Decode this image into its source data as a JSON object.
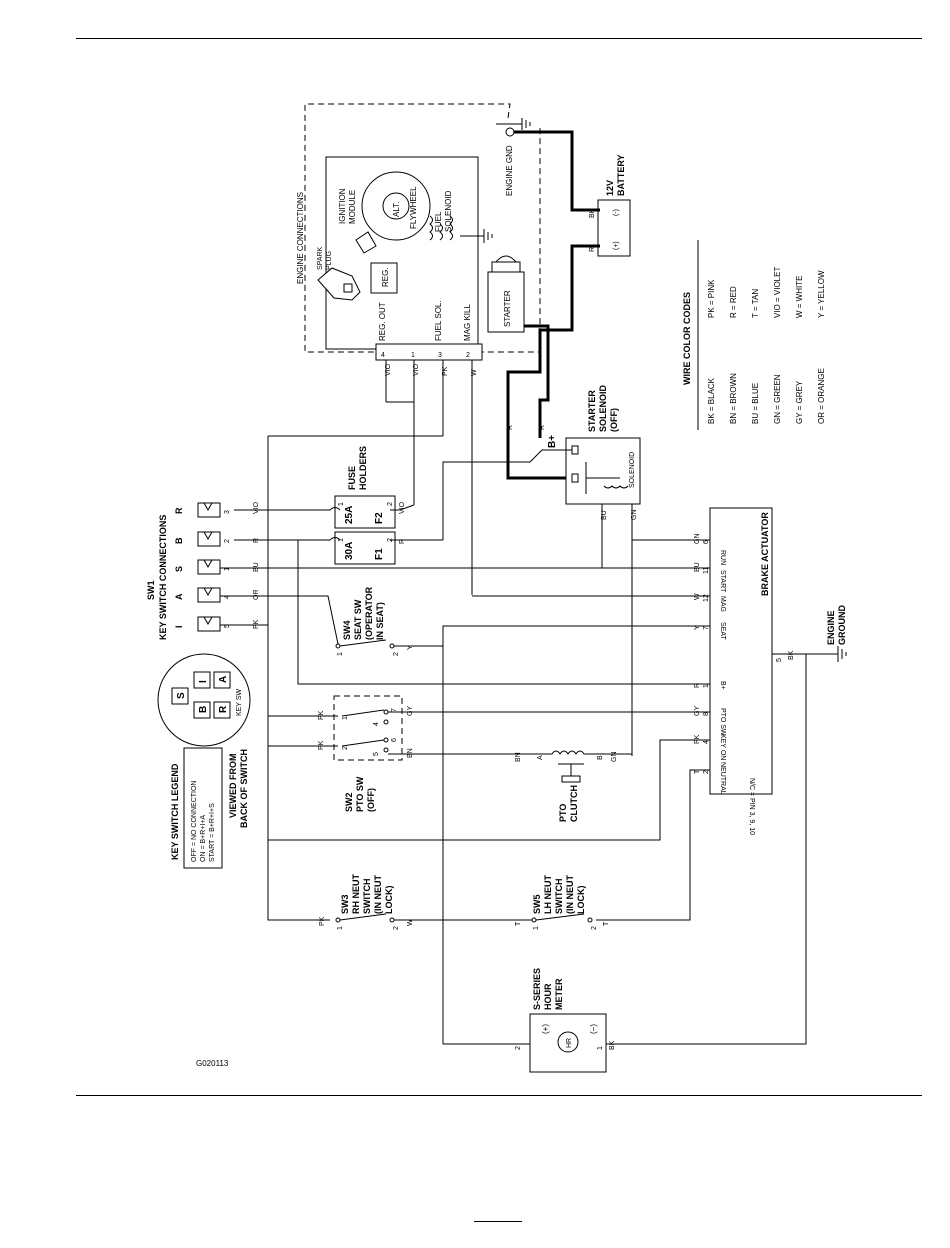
{
  "figure_id": "G020113",
  "engine_connections": {
    "title": "ENGINE CONNECTIONS",
    "ignition_module": [
      "IGNITION",
      "MODULE"
    ],
    "flywheel": "FLYWHEEL",
    "alt": "ALT.",
    "fuel_solenoid": [
      "FUEL",
      "SOLENOID"
    ],
    "spark_plug": [
      "SPARK",
      "PLUG"
    ],
    "reg": "REG.",
    "starter": "STARTER",
    "engine_gnd": "ENGINE GND",
    "terminals": [
      "REG. OUT",
      "FUEL SOL.",
      "MAG KILL"
    ],
    "pins": [
      "4",
      "1",
      "3",
      "2"
    ],
    "wire_colors": [
      "VIO",
      "VIO",
      "PK",
      "W"
    ]
  },
  "battery": {
    "label": [
      "12V",
      "BATTERY"
    ],
    "neg_wire": "BK",
    "pos_wire": "R",
    "neg": "(-)",
    "pos": "(+)"
  },
  "wire_codes": {
    "title": "WIRE COLOR CODES",
    "col1": [
      "BK  = BLACK",
      "BN  = BROWN",
      "BU  = BLUE",
      "GN  = GREEN",
      "GY  = GREY",
      "OR  = ORANGE"
    ],
    "col2": [
      "PK  = PINK",
      "R  = RED",
      "T  = TAN",
      "VIO  = VIOLET",
      "W  = WHITE",
      "Y  = YELLOW"
    ]
  },
  "starter_solenoid": {
    "label": [
      "STARTER",
      "SOLENOID",
      "(OFF)"
    ],
    "b_plus": "B+",
    "coil": "SOLENOID",
    "wires": [
      "BU",
      "GN"
    ],
    "r1": "R",
    "r2": "R"
  },
  "fuse_holders": {
    "title": [
      "FUSE",
      "HOLDERS"
    ],
    "f2": "F2",
    "f2_rating": "25A",
    "f1": "F1",
    "f1_rating": "30A",
    "pin1": "1",
    "pin2": "2",
    "wire_f2": "VIO",
    "wire_f1": "R",
    "in_f2": "VIO",
    "in_f1": "R"
  },
  "sw1": {
    "title": [
      "SW1",
      "KEY SWITCH CONNECTIONS"
    ],
    "terminals": [
      "R",
      "B",
      "S",
      "A",
      "I"
    ],
    "pins": [
      "3",
      "2",
      "1",
      "4",
      "5"
    ],
    "wires": [
      "VIO",
      "R",
      "BU",
      "OR",
      "PK"
    ]
  },
  "key_sw": {
    "letters": [
      "S",
      "I",
      "B",
      "R",
      "A"
    ],
    "label": "KEY SW"
  },
  "key_legend": {
    "title": "KEY SWITCH LEGEND",
    "rows": [
      "OFF  = NO CONNECTION",
      "ON  = B+R+I+A",
      "START = B+R+I+S"
    ],
    "note": [
      "VIEWED FROM",
      "BACK OF SWITCH"
    ]
  },
  "sw4": {
    "label": [
      "SW4",
      "SEAT SW",
      "(OPERATOR",
      "IN SEAT)"
    ],
    "p1": "1",
    "p2": "2",
    "wire": "Y"
  },
  "sw2": {
    "label": [
      "SW2",
      "PTO SW",
      "(OFF)"
    ],
    "pins": [
      "1",
      "2",
      "4",
      "5",
      "6",
      "7"
    ],
    "wires": [
      "PK",
      "PK",
      "GY",
      "BN"
    ]
  },
  "sw3": {
    "label": [
      "SW3",
      "RH NEUT",
      "SWITCH",
      "(IN NEUT",
      "LOCK)"
    ],
    "p1": "1",
    "p2": "2",
    "w1": "PK",
    "w2": "W"
  },
  "sw5": {
    "label": [
      "SW5",
      "LH NEUT",
      "SWITCH",
      "(IN NEUT",
      "LOCK)"
    ],
    "p1": "1",
    "p2": "2",
    "w1": "T",
    "w2": "T"
  },
  "pto_clutch": {
    "label": [
      "PTO",
      "CLUTCH"
    ],
    "a": "A",
    "b": "B",
    "wa": "BN",
    "wb": "GN"
  },
  "brake_actuator": {
    "title": "BRAKE ACTUATOR",
    "pins": [
      {
        "name": "RUN",
        "num": "6",
        "wire": "GN"
      },
      {
        "name": "START",
        "num": "11",
        "wire": "BU"
      },
      {
        "name": "MAG",
        "num": "12",
        "wire": "W"
      },
      {
        "name": "SEAT",
        "num": "7",
        "wire": "Y"
      },
      {
        "name": "B+",
        "num": "1",
        "wire": "R"
      },
      {
        "name": "PTO SW",
        "num": "8",
        "wire": "GY"
      },
      {
        "name": "KEY ON",
        "num": "4",
        "wire": "PK"
      },
      {
        "name": "NEUTRAL",
        "num": "2",
        "wire": "T"
      }
    ],
    "nc": "N/C = PIN 3, 9, 10",
    "gnd_pin": "5",
    "gnd_wire": "BK"
  },
  "engine_ground": [
    "ENGINE",
    "GROUND"
  ],
  "hour_meter": {
    "label": [
      "S-SERIES",
      "HOUR",
      "METER"
    ],
    "plus": "(+)",
    "minus": "(−)",
    "hr": "HR",
    "p2": "2",
    "p1": "1",
    "wire": "BK"
  }
}
